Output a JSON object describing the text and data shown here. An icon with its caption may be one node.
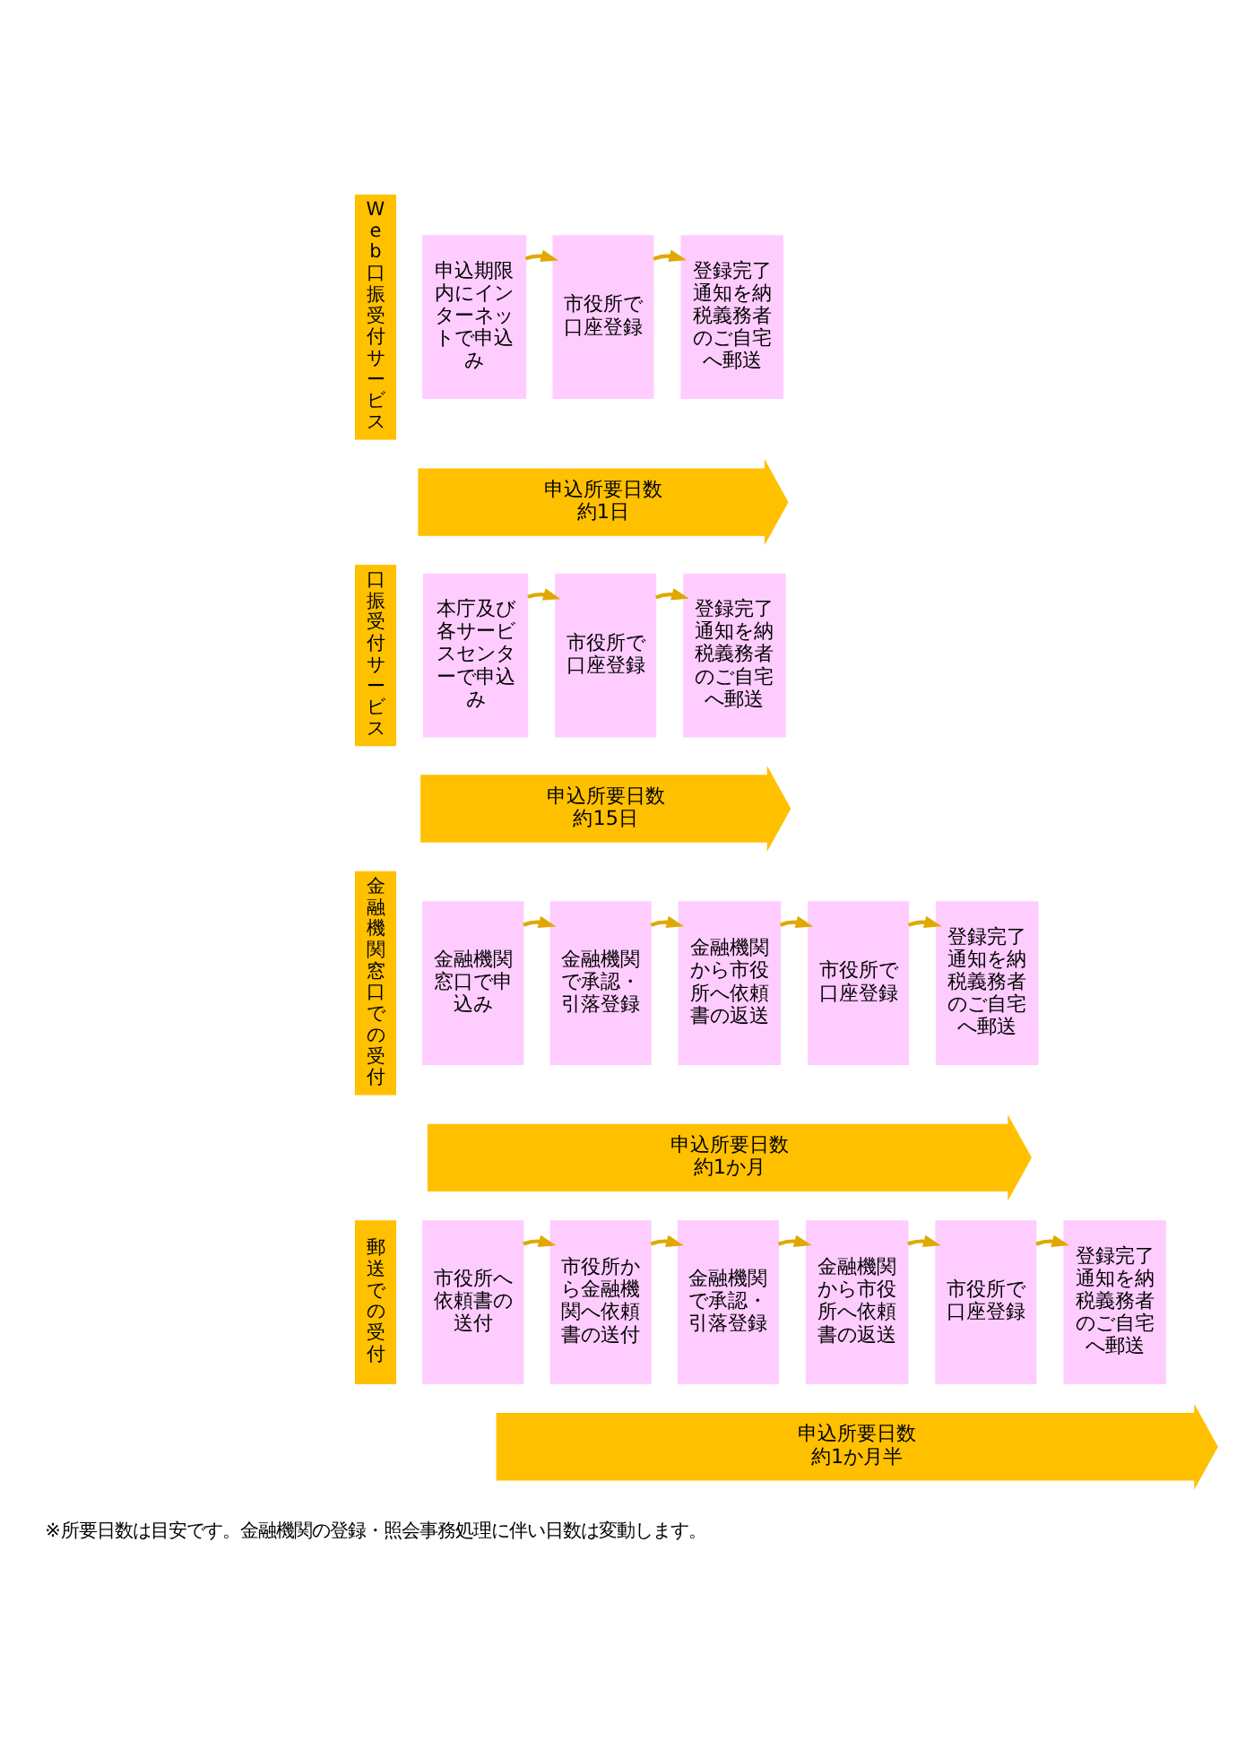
{
  "diagram": {
    "nodes": [
      {
        "text": [
          "Web口振受付サービス"
        ]
      },
      {
        "text": [
          "申込期限内にインターネットで申込み"
        ]
      },
      {
        "text": [
          "市役所で口座登録"
        ]
      },
      {
        "text": [
          "登録完了通知を納税義務者のご自宅へ郵送"
        ]
      },
      {
        "text": [
          "申込所要日数",
          "約1日"
        ]
      },
      {
        "text": [
          "口振受付サービス"
        ]
      },
      {
        "text": [
          "本庁及び各サービスセンターで申込み"
        ]
      },
      {
        "text": [
          "市役所で口座登録"
        ]
      },
      {
        "text": [
          "登録完了通知を納税義務者のご自宅へ郵送"
        ]
      },
      {
        "text": [
          "申込所要日数",
          "約15日"
        ]
      },
      {
        "text": [
          "金融機関窓口での受付"
        ]
      },
      {
        "text": [
          "金融機関窓口で申込み"
        ]
      },
      {
        "text": [
          "金融機関で承認・引落登録"
        ]
      },
      {
        "text": [
          "金融機関から市役所へ依頼書の返送"
        ]
      },
      {
        "text": [
          "市役所で口座登録"
        ]
      },
      {
        "text": [
          "登録完了通知を納税義務者のご自宅へ郵送"
        ]
      },
      {
        "text": [
          "申込所要日数",
          "約1か月"
        ]
      },
      {
        "text": [
          "郵送での受付"
        ]
      },
      {
        "text": [
          "市役所へ依頼書の送付"
        ]
      },
      {
        "text": [
          "市役所から金融機関へ依頼書の送付"
        ]
      },
      {
        "text": [
          "金融機関で承認・引落登録"
        ]
      },
      {
        "text": [
          "金融機関から市役所へ依頼書の返送"
        ]
      },
      {
        "text": [
          "市役所で口座登録"
        ]
      },
      {
        "text": [
          "登録完了通知を納税義務者のご自宅へ郵送"
        ]
      },
      {
        "text": [
          "申込所要日数",
          "約1か月半"
        ]
      }
    ],
    "edges": [
      {
        "from": 1,
        "to": 2,
        "arrow": "to"
      },
      {
        "from": 2,
        "to": 3,
        "arrow": "to"
      },
      {
        "from": 6,
        "to": 7,
        "arrow": "to"
      },
      {
        "from": 7,
        "to": 8,
        "arrow": "to"
      },
      {
        "from": 11,
        "to": 12,
        "arrow": "to"
      },
      {
        "from": 12,
        "to": 13,
        "arrow": "to"
      },
      {
        "from": 13,
        "to": 14,
        "arrow": "to"
      },
      {
        "from": 14,
        "to": 15,
        "arrow": "to"
      },
      {
        "from": 18,
        "to": 19,
        "arrow": "to"
      },
      {
        "from": 19,
        "to": 20,
        "arrow": "to"
      },
      {
        "from": 20,
        "to": 21,
        "arrow": "to"
      },
      {
        "from": 21,
        "to": 22,
        "arrow": "to"
      },
      {
        "from": 22,
        "to": 23,
        "arrow": "to"
      }
    ],
    "labels": [
      "※所要日数は目安です。金融機関の登録・照会事務処理に伴い日数は変動します。"
    ]
  }
}
